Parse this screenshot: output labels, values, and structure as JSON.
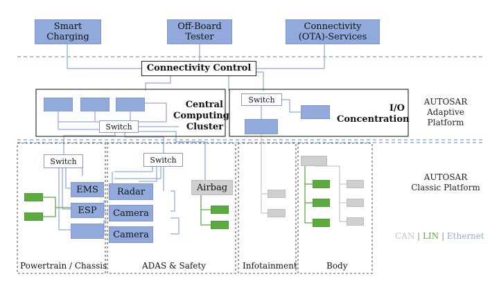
{
  "top_services": {
    "smart_charging": "Smart\nCharging",
    "offboard_tester": "Off-Board\nTester",
    "connectivity_services": "Connectivity\n(OTA)-Services"
  },
  "connectivity_control": "Connectivity Control",
  "central_cluster": "Central\nComputing\nCluster",
  "io_concentration": "I/O\nConcentration",
  "switch_label": "Switch",
  "adaptive_platform": "AUTOSAR\nAdaptive Platform",
  "classic_platform": "AUTOSAR\nClassic Platform",
  "domains": {
    "powertrain": "Powertrain / Chassis",
    "adas": "ADAS & Safety",
    "infotainment": "Infotainment",
    "body": "Body"
  },
  "ecus": {
    "ems": "EMS",
    "esp": "ESP",
    "radar": "Radar",
    "camera1": "Camera",
    "camera2": "Camera",
    "airbag": "Airbag"
  },
  "legend": {
    "can": "CAN",
    "sep1": " | ",
    "lin": "LIN",
    "sep2": " | ",
    "ethernet": "Ethernet"
  },
  "colors": {
    "ethernet": "#92aadb",
    "lin": "#5aac3e",
    "can": "#c8c8c8",
    "dashed": "#7f98cc"
  }
}
